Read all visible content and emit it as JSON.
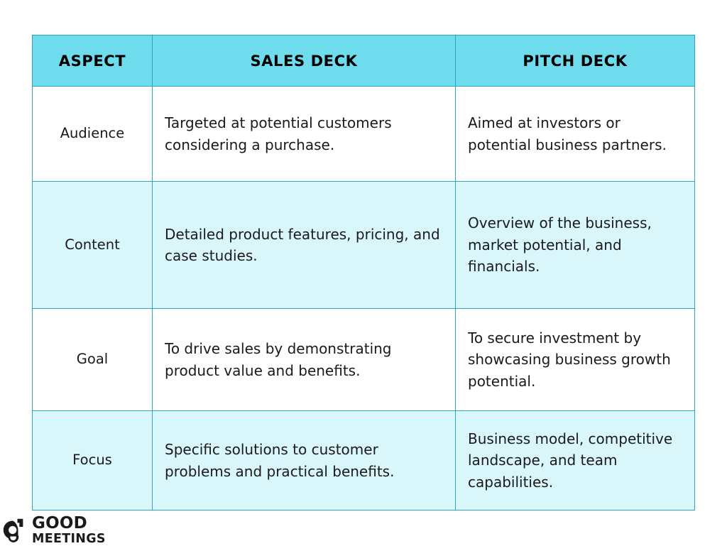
{
  "table": {
    "columns": [
      {
        "key": "aspect",
        "label": "ASPECT"
      },
      {
        "key": "sales_deck",
        "label": "SALES DECK"
      },
      {
        "key": "pitch_deck",
        "label": "PITCH DECK"
      }
    ],
    "rows": [
      {
        "aspect": "Audience",
        "sales_deck": "Targeted at potential customers considering a purchase.",
        "pitch_deck": "Aimed at investors or potential business partners.",
        "shade": "white"
      },
      {
        "aspect": "Content",
        "sales_deck": "Detailed product features, pricing, and case studies.",
        "pitch_deck": "Overview of the business, market potential, and financials.",
        "shade": "tint"
      },
      {
        "aspect": "Goal",
        "sales_deck": "To drive sales by demonstrating product value and benefits.",
        "pitch_deck": "To secure investment by showcasing business growth potential.",
        "shade": "white"
      },
      {
        "aspect": "Focus",
        "sales_deck": "Specific solutions to customer problems and practical benefits.",
        "pitch_deck": "Business model, competitive landscape, and team capabilities.",
        "shade": "tint"
      }
    ]
  },
  "logo": {
    "mark": "good-meetings-g-mark",
    "word_top": "GOOD",
    "word_bottom": "MEETINGS"
  },
  "colors": {
    "header_background": "#6EDCEC",
    "row_tint_background": "#D9F7FB",
    "row_white_background": "#FFFFFF",
    "border": "#2BA8BE",
    "text": "#1A1A1A",
    "page_background": "#FFFFFF"
  }
}
